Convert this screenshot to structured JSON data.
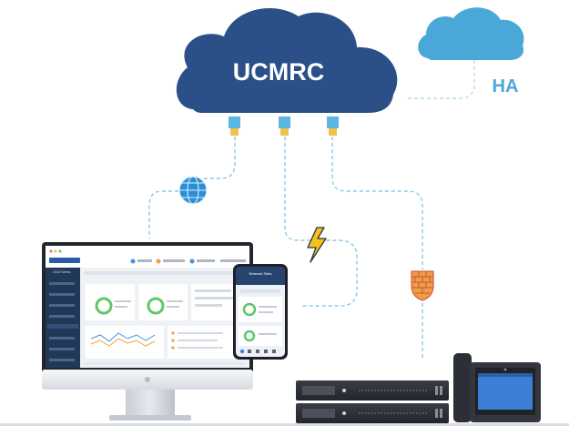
{
  "cloud_main": {
    "label": "UCMRC",
    "color": "#2b4f87"
  },
  "cloud_ha": {
    "label": "HA",
    "color": "#4aa8d8"
  },
  "colors": {
    "link_line": "#8fc6e6",
    "connector_body": "#5bb7e0",
    "connector_tip": "#f2c14e",
    "ha_line": "#b9dcf0"
  },
  "icons": [
    "globe-icon",
    "lightning-icon",
    "firewall-icon"
  ],
  "devices": {
    "monitor": {
      "screen_label": "UCM Series"
    },
    "phone": {
      "screen_label": "Network Stats"
    }
  }
}
